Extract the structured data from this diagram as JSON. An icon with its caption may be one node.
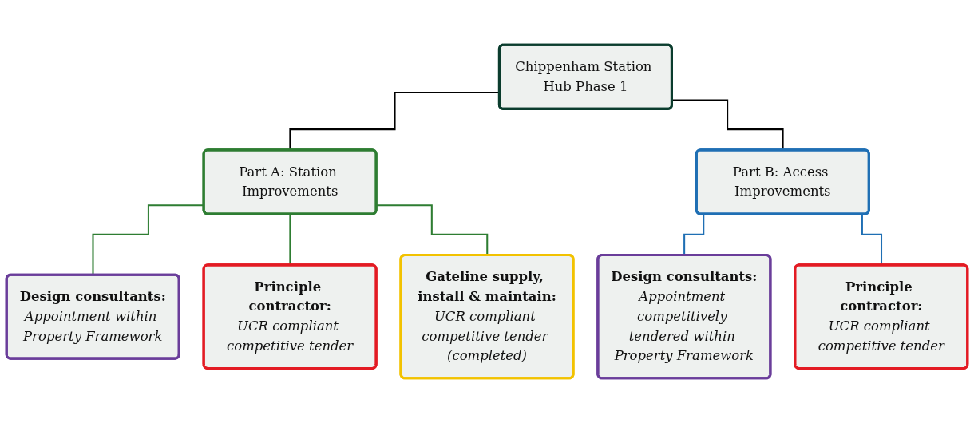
{
  "diagram": {
    "nodes": [
      {
        "text": [
          "Chippenham Station Hub Phase 1"
        ]
      },
      {
        "text": [
          "Part A: Station Improvements"
        ]
      },
      {
        "text": [
          "Part B: Access Improvements"
        ]
      },
      {
        "text": [
          "Design consultants:",
          "Appointment within Property Framework"
        ]
      },
      {
        "text": [
          "Principle contractor:",
          "UCR compliant competitive tender"
        ]
      },
      {
        "text": [
          "Gateline supply, install & maintain:",
          "UCR compliant competitive tender (completed)"
        ]
      },
      {
        "text": [
          "Design consultants:",
          "Appointment competitively tendered within Property Framework"
        ]
      },
      {
        "text": [
          "Principle contractor:",
          "UCR compliant competitive tender"
        ]
      }
    ],
    "edges": [
      {
        "from": 0,
        "to": 1,
        "arrow": "none",
        "color": "#000000"
      },
      {
        "from": 0,
        "to": 2,
        "arrow": "none",
        "color": "#000000"
      },
      {
        "from": 1,
        "to": 3,
        "arrow": "none"
      },
      {
        "from": 1,
        "to": 4,
        "arrow": "none"
      },
      {
        "from": 1,
        "to": 5,
        "arrow": "none"
      },
      {
        "from": 2,
        "to": 6,
        "arrow": "none",
        "color": "#1f6fb4"
      },
      {
        "from": 2,
        "to": 7,
        "arrow": "none",
        "color": "#1f6fb4"
      }
    ]
  }
}
